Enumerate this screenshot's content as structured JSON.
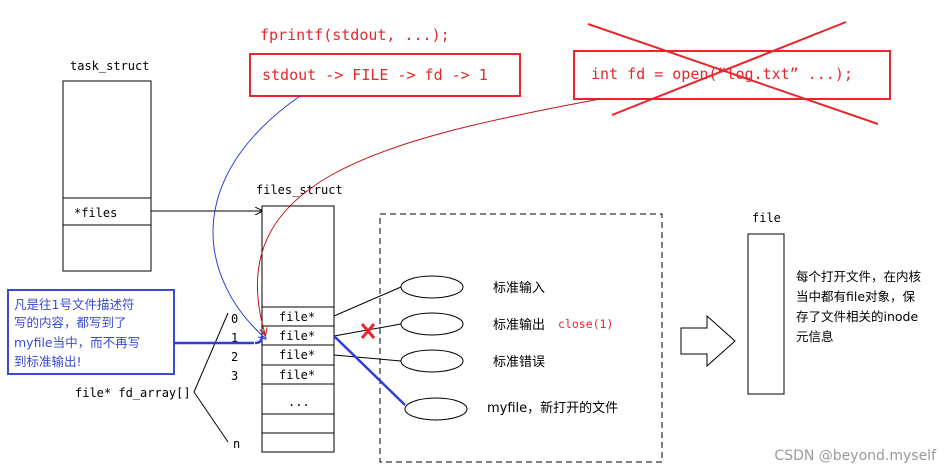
{
  "code": {
    "fprintf": "fprintf(stdout, ...);",
    "chain": "stdout -> FILE -> fd -> 1",
    "open_call": "int fd = open(“log.txt” ...);"
  },
  "task_struct": {
    "title": "task_struct",
    "field": "*files"
  },
  "files_struct": {
    "title": "files_struct",
    "slots": [
      "file*",
      "file*",
      "file*",
      "file*",
      "..."
    ],
    "indices": [
      "0",
      "1",
      "2",
      "3",
      "n"
    ],
    "fd_array_label": "file* fd_array[]"
  },
  "annotation": {
    "lines": [
      "凡是往1号文件描述符",
      "写的内容，都写到了",
      "myfile当中，而不再写",
      "到标准输出!"
    ]
  },
  "streams": {
    "stdin": "标准输入",
    "stdout": "标准输出",
    "close_call": "close(1)",
    "stderr": "标准错误",
    "myfile": "myfile，新打开的文件"
  },
  "file_obj": {
    "title": "file",
    "description": [
      "每个打开文件，在内核",
      "当中都有file对象，保",
      "存了文件相关的inode",
      "元信息"
    ]
  },
  "watermark": "CSDN @beyond.myself",
  "colors": {
    "red": "#e8262b",
    "dark_red": "#c0141c",
    "blue": "#2d3fd6",
    "annotation_blue": "#3a4bd0",
    "black": "#000000"
  }
}
